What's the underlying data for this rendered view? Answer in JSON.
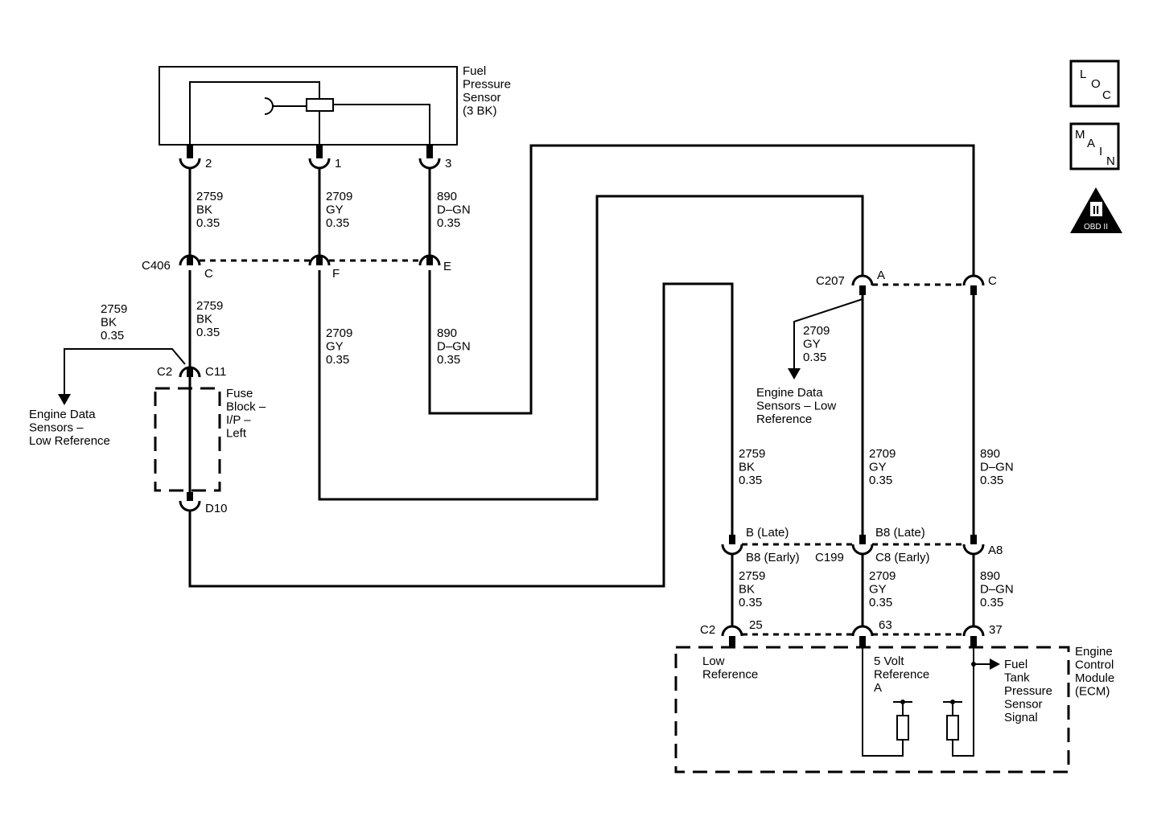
{
  "sensor": {
    "name": [
      "Fuel",
      "Pressure",
      "Sensor",
      "(3 BK)"
    ],
    "pin_2": "2",
    "pin_1": "1",
    "pin_3": "3"
  },
  "wires": {
    "bk": [
      "2759",
      "BK",
      "0.35"
    ],
    "gy": [
      "2709",
      "GY",
      "0.35"
    ],
    "dgn": [
      "890",
      "D–GN",
      "0.35"
    ]
  },
  "connectors": {
    "c406": {
      "name": "C406",
      "pin_c": "C",
      "pin_f": "F",
      "pin_e": "E"
    },
    "c207": {
      "name": "C207",
      "pin_a": "A",
      "pin_c": "C"
    },
    "fuse_block": {
      "c2": "C2",
      "c11": "C11",
      "d10": "D10",
      "label": [
        "Fuse",
        "Block –",
        "I/P –",
        "Left"
      ]
    },
    "c199": {
      "name": "C199",
      "b_late": "B (Late)",
      "b8_early": "B8 (Early)",
      "b8_late": "B8 (Late)",
      "c8_early": "C8 (Early)",
      "a8": "A8"
    },
    "ecm_c2": {
      "name": "C2",
      "pin_25": "25",
      "pin_63": "63",
      "pin_37": "37"
    }
  },
  "destinations": {
    "left": [
      "Engine Data",
      "Sensors –",
      "Low Reference"
    ],
    "mid": [
      "Engine Data",
      "Sensors – Low",
      "Reference"
    ]
  },
  "ecm": {
    "name": [
      "Engine",
      "Control",
      "Module",
      "(ECM)"
    ],
    "low_reference": [
      "Low",
      "Reference"
    ],
    "five_volt": [
      "5 Volt",
      "Reference",
      "A"
    ],
    "signal": [
      "Fuel",
      "Tank",
      "Pressure",
      "Sensor",
      "Signal"
    ]
  },
  "icons": {
    "loc": [
      "L",
      "O",
      "C"
    ],
    "main": [
      "M",
      "A",
      "I",
      "N"
    ],
    "obd": "OBD II",
    "obd_numeral": "II"
  }
}
